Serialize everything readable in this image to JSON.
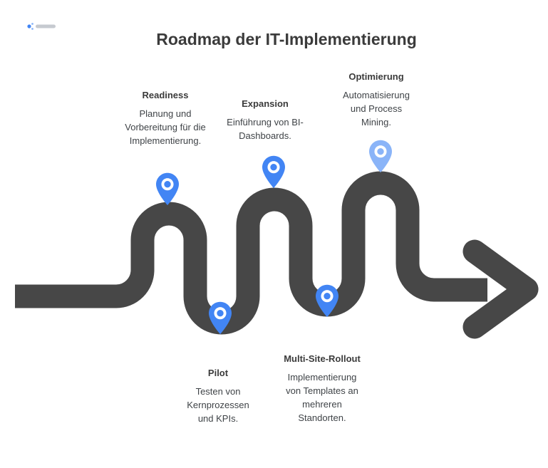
{
  "title": "Roadmap der IT-Implementierung",
  "colors": {
    "road": "#474747",
    "title_text": "#3b3b3b",
    "body_text": "#3f4347",
    "pin_blue": "#4285f4",
    "pin_light_blue": "#8ab4f8",
    "pin_ring": "#ffffff"
  },
  "icons": {
    "logo": "brand-logo",
    "pin": "map-pin-icon",
    "arrow": "arrow-right-icon"
  },
  "stages": [
    {
      "title": "Readiness",
      "description": "Planung und Vorbereitung für die Implementierung.",
      "pin_color": "#4285f4"
    },
    {
      "title": "Pilot",
      "description": "Testen von Kernprozessen und KPIs.",
      "pin_color": "#4285f4"
    },
    {
      "title": "Expansion",
      "description": "Einführung von BI-Dashboards.",
      "pin_color": "#4285f4"
    },
    {
      "title": "Multi-Site-Rollout",
      "description": "Implementierung von Templates an mehreren Standorten.",
      "pin_color": "#4285f4"
    },
    {
      "title": "Optimierung",
      "description": "Automatisierung und Process Mining.",
      "pin_color": "#8ab4f8"
    }
  ]
}
